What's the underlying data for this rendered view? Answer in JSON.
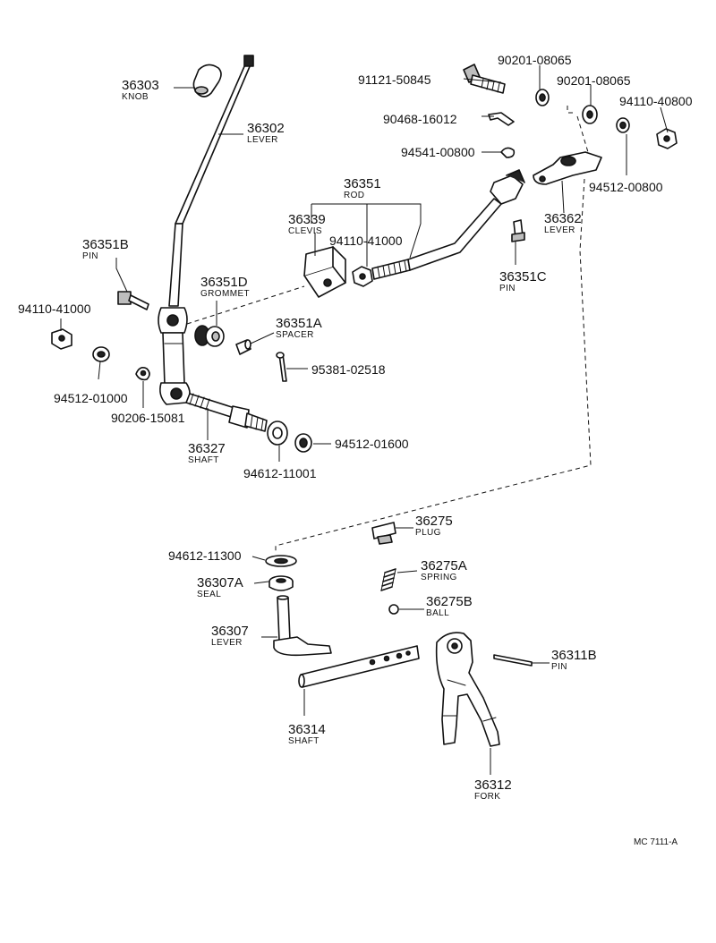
{
  "parts": [
    {
      "id": "knob",
      "number": "36303",
      "name": "KNOB"
    },
    {
      "id": "lever-main",
      "number": "36302",
      "name": "LEVER"
    },
    {
      "id": "pin-b",
      "number": "36351B",
      "name": "PIN"
    },
    {
      "id": "nut-left",
      "number": "94110-41000",
      "name": ""
    },
    {
      "id": "grommet",
      "number": "36351D",
      "name": "GROMMET"
    },
    {
      "id": "spacer",
      "number": "36351A",
      "name": "SPACER"
    },
    {
      "id": "cotter-pin",
      "number": "95381-02518",
      "name": ""
    },
    {
      "id": "lockwasher-left",
      "number": "94512-01000",
      "name": ""
    },
    {
      "id": "clip-washer",
      "number": "90206-15081",
      "name": ""
    },
    {
      "id": "shaft-lower",
      "number": "36327",
      "name": "SHAFT"
    },
    {
      "id": "washer-lower",
      "number": "94612-11001",
      "name": ""
    },
    {
      "id": "lockwasher-lower",
      "number": "94512-01600",
      "name": ""
    },
    {
      "id": "rod",
      "number": "36351",
      "name": "ROD"
    },
    {
      "id": "clevis",
      "number": "36339",
      "name": "CLEVIS"
    },
    {
      "id": "nut-rod",
      "number": "94110-41000",
      "name": ""
    },
    {
      "id": "bolt",
      "number": "91121-50845",
      "name": ""
    },
    {
      "id": "washer-top-1",
      "number": "90201-08065",
      "name": ""
    },
    {
      "id": "washer-top-2",
      "number": "90201-08065",
      "name": ""
    },
    {
      "id": "nut-right",
      "number": "94110-40800",
      "name": ""
    },
    {
      "id": "clip-top",
      "number": "90468-16012",
      "name": ""
    },
    {
      "id": "cotter-top",
      "number": "94541-00800",
      "name": ""
    },
    {
      "id": "lockwasher-right",
      "number": "94512-00800",
      "name": ""
    },
    {
      "id": "lever-upper",
      "number": "36362",
      "name": "LEVER"
    },
    {
      "id": "pin-c",
      "number": "36351C",
      "name": "PIN"
    },
    {
      "id": "plug",
      "number": "36275",
      "name": "PLUG"
    },
    {
      "id": "spring",
      "number": "36275A",
      "name": "SPRING"
    },
    {
      "id": "ball",
      "number": "36275B",
      "name": "BALL"
    },
    {
      "id": "washer-seal",
      "number": "94612-11300",
      "name": ""
    },
    {
      "id": "seal",
      "number": "36307A",
      "name": "SEAL"
    },
    {
      "id": "lever-lower",
      "number": "36307",
      "name": "LEVER"
    },
    {
      "id": "shaft-fork",
      "number": "36314",
      "name": "SHAFT"
    },
    {
      "id": "pin-fork",
      "number": "36311B",
      "name": "PIN"
    },
    {
      "id": "fork",
      "number": "36312",
      "name": "FORK"
    }
  ],
  "diagram_code": "MC 7111-A",
  "colors": {
    "ink": "#111111",
    "paper": "#ffffff"
  }
}
